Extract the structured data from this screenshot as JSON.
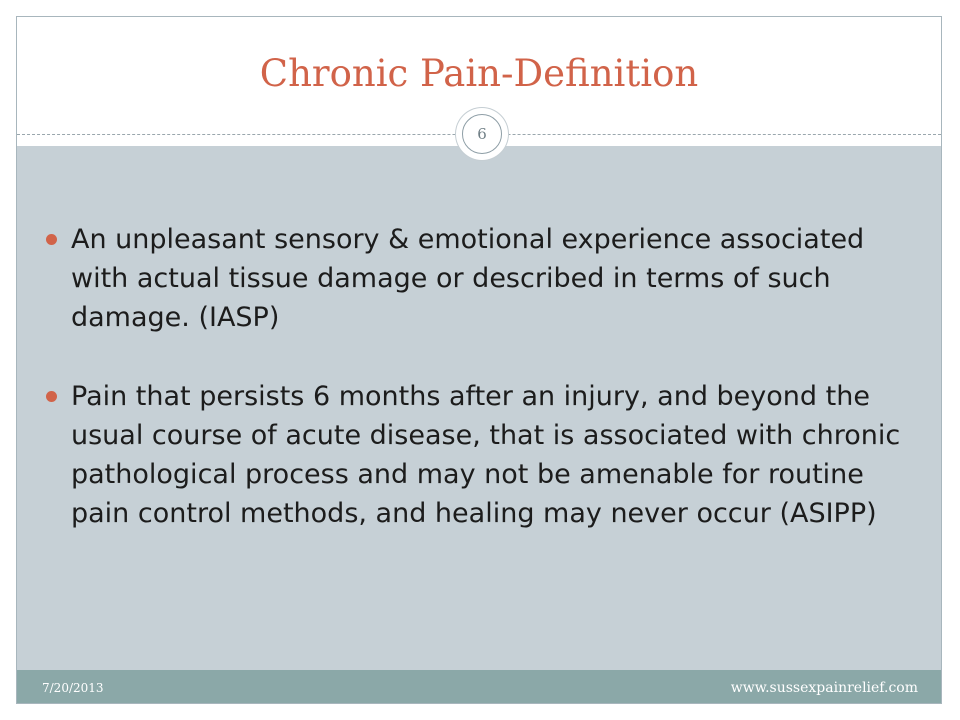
{
  "slide": {
    "title": "Chronic Pain-Definition",
    "slide_number": "6",
    "bullets": [
      "An unpleasant sensory & emotional experience associated with actual tissue damage or described in terms of such damage. (IASP)",
      "Pain that persists 6 months after an injury, and beyond the usual course of acute disease, that is associated with chronic pathological process  and may not be amenable for routine pain control methods, and healing may never occur (ASIPP)"
    ],
    "footer": {
      "date": "7/20/2013",
      "url": "www.sussexpainrelief.com"
    }
  },
  "colors": {
    "title": "#d16349",
    "bullet": "#d16349",
    "content_band": "#c6d0d6",
    "footer_band": "#8ba8a8"
  }
}
